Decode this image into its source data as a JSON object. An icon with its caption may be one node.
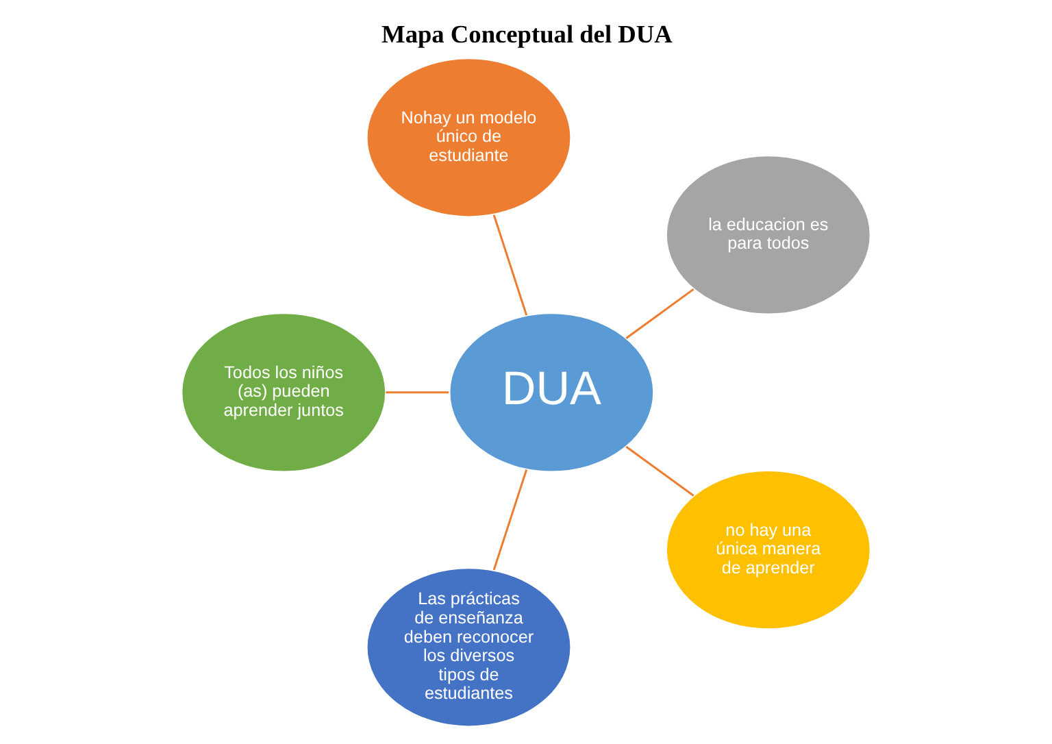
{
  "diagram": {
    "title": "Mapa Conceptual del DUA",
    "nodes": [
      {
        "text": [
          "Nohay un modelo único de estudiante"
        ]
      },
      {
        "text": [
          "Todos los niños (as) pueden aprender juntos"
        ]
      },
      {
        "text": [
          "la educacion es para todos"
        ]
      },
      {
        "text": [
          "DUA"
        ]
      },
      {
        "text": [
          "Las prácticas de enseñanza deben reconocer los diversos tipos de estudiantes"
        ]
      },
      {
        "text": [
          "no hay una única manera de aprender"
        ]
      }
    ],
    "edges": [
      {
        "from": 3,
        "to": 0,
        "arrow": "none"
      },
      {
        "from": 3,
        "to": 2,
        "arrow": "none"
      },
      {
        "from": 3,
        "to": 5,
        "arrow": "none"
      },
      {
        "from": 3,
        "to": 4,
        "arrow": "none"
      },
      {
        "from": 3,
        "to": 1,
        "arrow": "none"
      }
    ]
  }
}
